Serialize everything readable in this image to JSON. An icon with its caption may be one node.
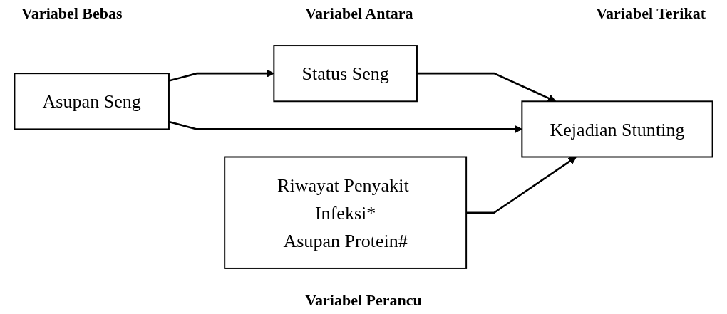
{
  "diagram": {
    "nodes": [
      {
        "text": [
          "Asupan Seng"
        ]
      },
      {
        "text": [
          "Status Seng"
        ]
      },
      {
        "text": [
          "Kejadian Stunting"
        ]
      },
      {
        "text": [
          "Riwayat Penyakit Infeksi*",
          "Asupan Protein#"
        ]
      }
    ],
    "edges": [
      {
        "from": 0,
        "to": 1,
        "arrow": "to"
      },
      {
        "from": 1,
        "to": 2,
        "arrow": "to"
      },
      {
        "from": 0,
        "to": 2,
        "arrow": "to"
      },
      {
        "from": 3,
        "to": 2,
        "arrow": "to"
      }
    ],
    "labels": [
      "Variabel Bebas",
      "Variabel Antara",
      "Variabel Terikat",
      "Variabel Perancu"
    ]
  }
}
